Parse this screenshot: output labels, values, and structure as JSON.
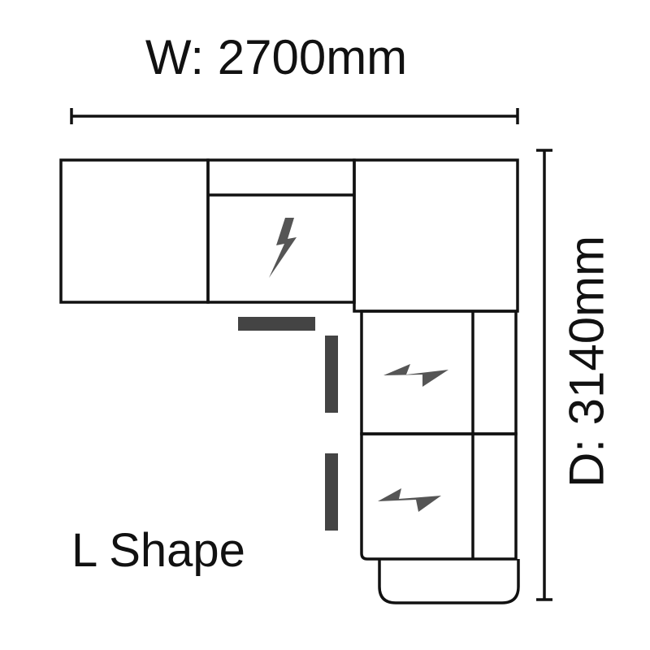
{
  "width_label": "W: 2700mm",
  "depth_label": "D: 3140mm",
  "shape_label": "L Shape",
  "colors": {
    "outline": "#111111",
    "accent": "#555555"
  },
  "power_seats": 3,
  "icons": [
    "power-recliner-lightning-icon"
  ]
}
